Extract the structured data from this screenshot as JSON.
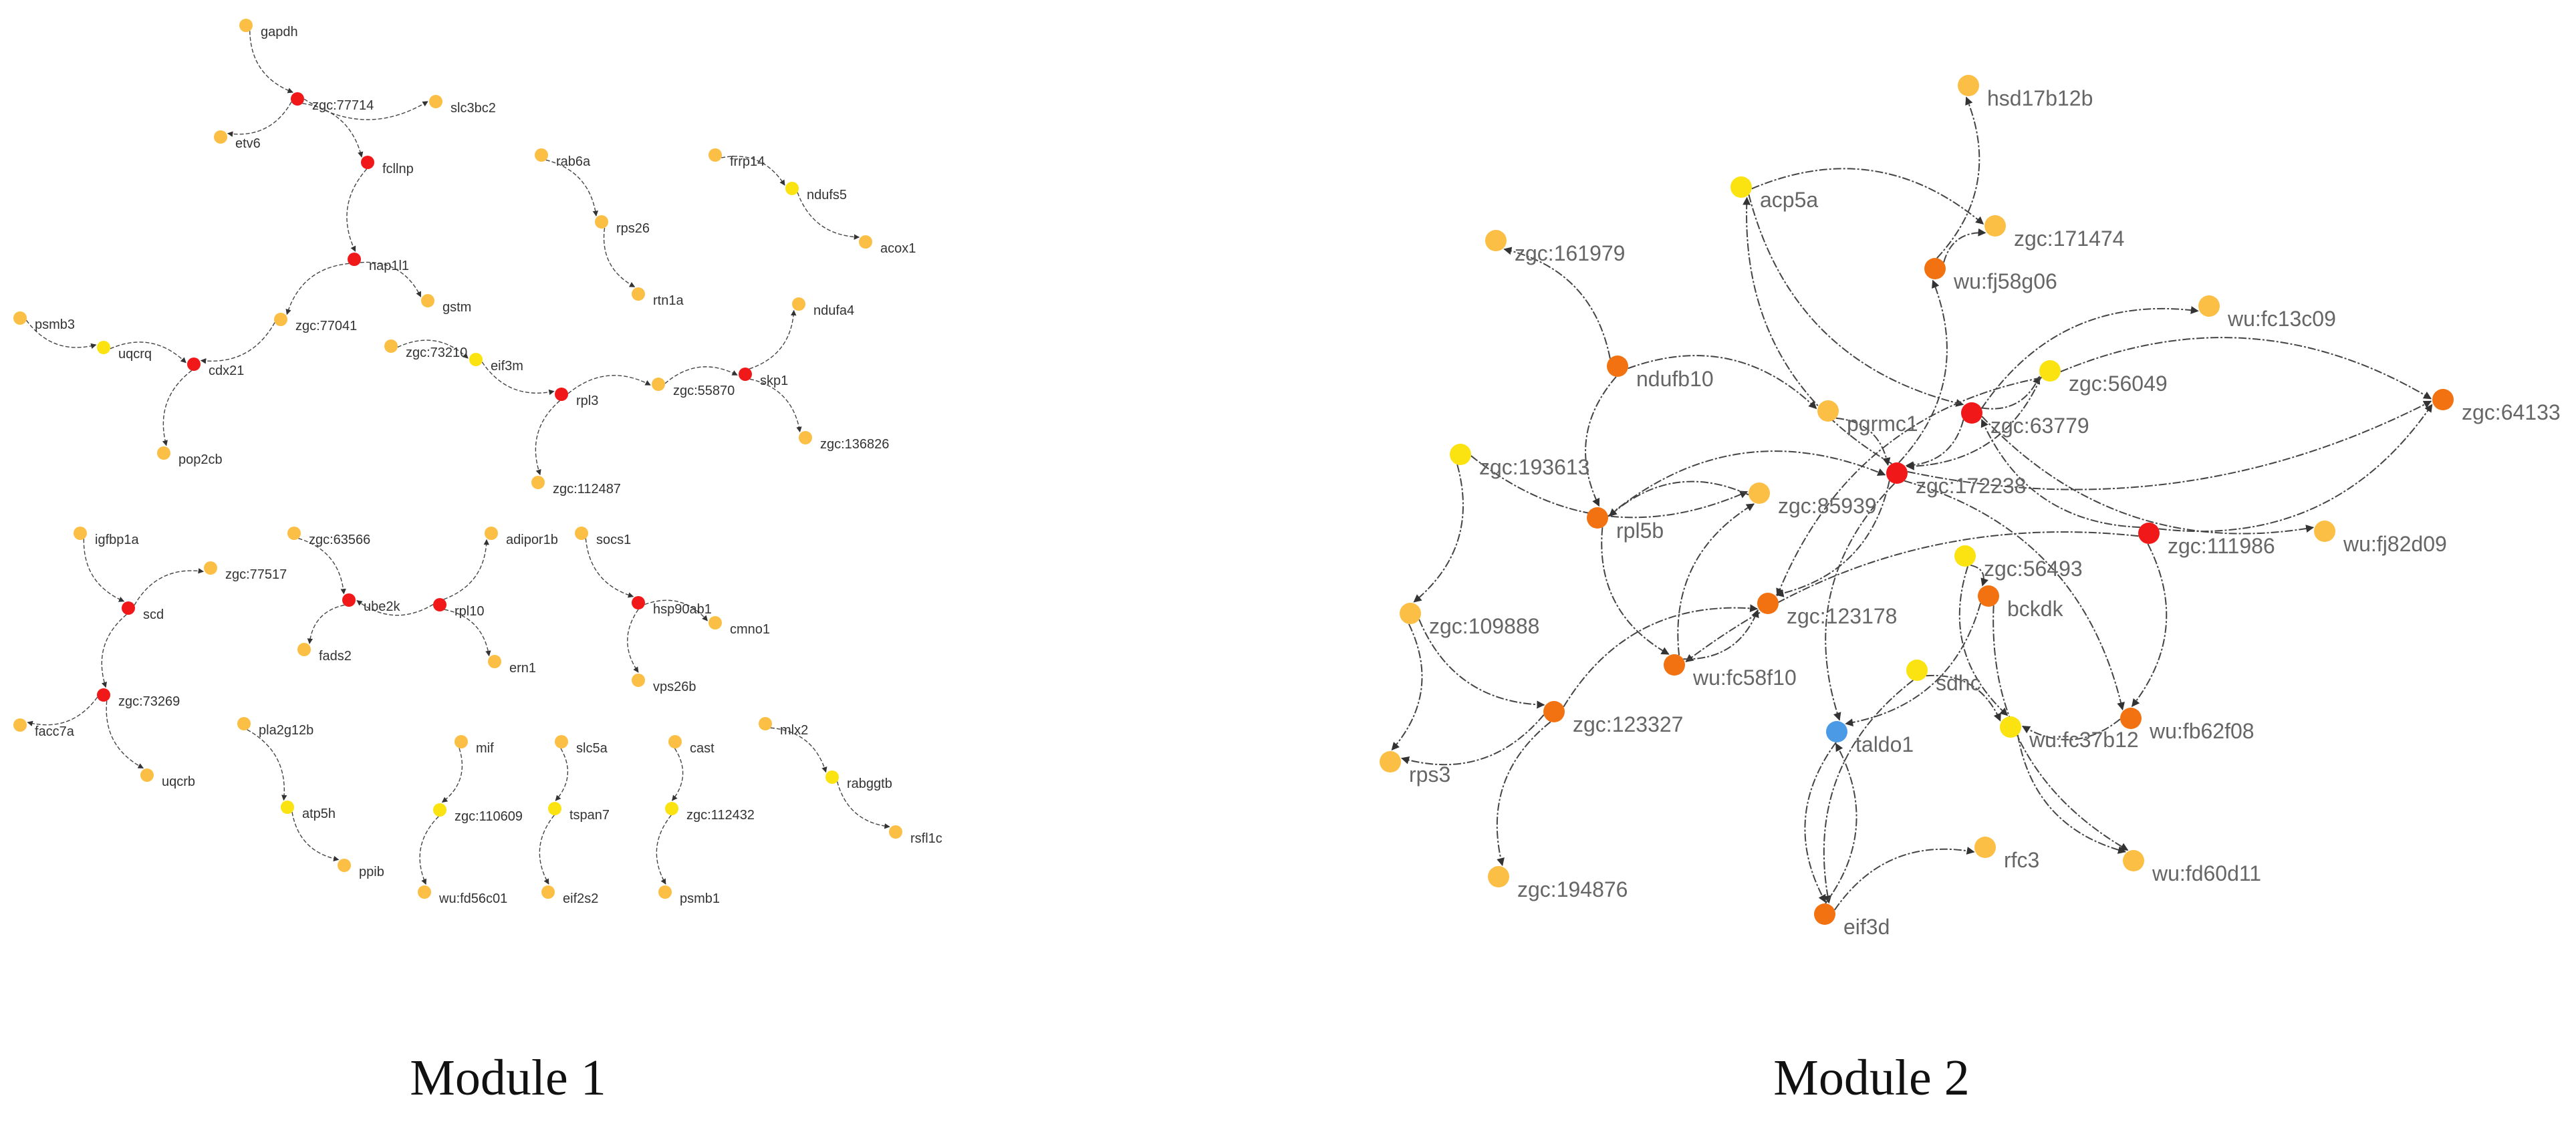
{
  "colors": {
    "red": "#f01818",
    "dark_orange": "#f27212",
    "light_orange": "#fbbf45",
    "yellow": "#fae311",
    "blue": "#4a9ae6",
    "edge": "#444444",
    "label_module1": "#333333",
    "label_module2": "#666666"
  },
  "module1": {
    "caption": "Module 1",
    "nodes": [
      {
        "id": "gapdh",
        "label": "gapdh",
        "color": "light_orange"
      },
      {
        "id": "zgc77714",
        "label": "zgc:77714",
        "color": "red"
      },
      {
        "id": "slc3bc2",
        "label": "slc3bc2",
        "color": "light_orange"
      },
      {
        "id": "etv6",
        "label": "etv6",
        "color": "light_orange"
      },
      {
        "id": "fclmp",
        "label": "fcllnp",
        "color": "red"
      },
      {
        "id": "rab6a",
        "label": "rab6a",
        "color": "light_orange"
      },
      {
        "id": "rps26",
        "label": "rps26",
        "color": "light_orange"
      },
      {
        "id": "rtn1a",
        "label": "rtn1a",
        "color": "light_orange"
      },
      {
        "id": "frrp14",
        "label": "frrp14",
        "color": "light_orange"
      },
      {
        "id": "ndufs5",
        "label": "ndufs5",
        "color": "yellow"
      },
      {
        "id": "acox1",
        "label": "acox1",
        "color": "light_orange"
      },
      {
        "id": "nap1l1",
        "label": "nap1l1",
        "color": "red"
      },
      {
        "id": "gstm",
        "label": "gstm",
        "color": "light_orange"
      },
      {
        "id": "psmb3",
        "label": "psmb3",
        "color": "light_orange"
      },
      {
        "id": "uqcrq",
        "label": "uqcrq",
        "color": "yellow"
      },
      {
        "id": "cdx21",
        "label": "cdx21",
        "color": "red"
      },
      {
        "id": "zgc77041",
        "label": "zgc:77041",
        "color": "light_orange"
      },
      {
        "id": "pop2cb",
        "label": "pop2cb",
        "color": "light_orange"
      },
      {
        "id": "zgc73210",
        "label": "zgc:73210",
        "color": "light_orange"
      },
      {
        "id": "eif3m",
        "label": "eif3m",
        "color": "yellow"
      },
      {
        "id": "rpl3",
        "label": "rpl3",
        "color": "red"
      },
      {
        "id": "zgc55870",
        "label": "zgc:55870",
        "color": "light_orange"
      },
      {
        "id": "skp1",
        "label": "skp1",
        "color": "red"
      },
      {
        "id": "ndufa4",
        "label": "ndufa4",
        "color": "light_orange"
      },
      {
        "id": "zgc136826",
        "label": "zgc:136826",
        "color": "light_orange"
      },
      {
        "id": "zgc112487",
        "label": "zgc:112487",
        "color": "light_orange"
      },
      {
        "id": "igfbp1a",
        "label": "igfbp1a",
        "color": "light_orange"
      },
      {
        "id": "scd",
        "label": "scd",
        "color": "red"
      },
      {
        "id": "zgc77517",
        "label": "zgc:77517",
        "color": "light_orange"
      },
      {
        "id": "zgc63566",
        "label": "zgc:63566",
        "color": "light_orange"
      },
      {
        "id": "ube2k",
        "label": "ube2k",
        "color": "red"
      },
      {
        "id": "fads2",
        "label": "fads2",
        "color": "light_orange"
      },
      {
        "id": "adipor1b",
        "label": "adipor1b",
        "color": "light_orange"
      },
      {
        "id": "rpl10",
        "label": "rpl10",
        "color": "red"
      },
      {
        "id": "ern1",
        "label": "ern1",
        "color": "light_orange"
      },
      {
        "id": "socs1",
        "label": "socs1",
        "color": "light_orange"
      },
      {
        "id": "hsp90ab1",
        "label": "hsp90ab1",
        "color": "red"
      },
      {
        "id": "cmno1",
        "label": "cmno1",
        "color": "light_orange"
      },
      {
        "id": "vps26b",
        "label": "vps26b",
        "color": "light_orange"
      },
      {
        "id": "zgc73269",
        "label": "zgc:73269",
        "color": "red"
      },
      {
        "id": "facc7a",
        "label": "facc7a",
        "color": "light_orange"
      },
      {
        "id": "uqcrb",
        "label": "uqcrb",
        "color": "light_orange"
      },
      {
        "id": "pla2g12b",
        "label": "pla2g12b",
        "color": "light_orange"
      },
      {
        "id": "atp5h",
        "label": "atp5h",
        "color": "yellow"
      },
      {
        "id": "ppib",
        "label": "ppib",
        "color": "light_orange"
      },
      {
        "id": "mif",
        "label": "mif",
        "color": "light_orange"
      },
      {
        "id": "zgc110609",
        "label": "zgc:110609",
        "color": "yellow"
      },
      {
        "id": "wufd56c01",
        "label": "wu:fd56c01",
        "color": "light_orange"
      },
      {
        "id": "slc5a",
        "label": "slc5a",
        "color": "light_orange"
      },
      {
        "id": "tspan7",
        "label": "tspan7",
        "color": "yellow"
      },
      {
        "id": "eif2s2",
        "label": "eif2s2",
        "color": "light_orange"
      },
      {
        "id": "cast",
        "label": "cast",
        "color": "light_orange"
      },
      {
        "id": "zgc112432",
        "label": "zgc:112432",
        "color": "yellow"
      },
      {
        "id": "psmb1",
        "label": "psmb1",
        "color": "light_orange"
      },
      {
        "id": "mlx2",
        "label": "mlx2",
        "color": "light_orange"
      },
      {
        "id": "rabggtb",
        "label": "rabggtb",
        "color": "yellow"
      },
      {
        "id": "rsfl1c",
        "label": "rsfl1c",
        "color": "light_orange"
      }
    ],
    "edges": [
      [
        "gapdh",
        "zgc77714"
      ],
      [
        "zgc77714",
        "etv6"
      ],
      [
        "zgc77714",
        "slc3bc2"
      ],
      [
        "zgc77714",
        "fclmp"
      ],
      [
        "fclmp",
        "nap1l1"
      ],
      [
        "rab6a",
        "rps26"
      ],
      [
        "rps26",
        "rtn1a"
      ],
      [
        "frrp14",
        "ndufs5"
      ],
      [
        "ndufs5",
        "acox1"
      ],
      [
        "nap1l1",
        "gstm"
      ],
      [
        "nap1l1",
        "zgc77041"
      ],
      [
        "zgc77041",
        "cdx21"
      ],
      [
        "psmb3",
        "uqcrq"
      ],
      [
        "uqcrq",
        "cdx21"
      ],
      [
        "cdx21",
        "pop2cb"
      ],
      [
        "zgc73210",
        "eif3m"
      ],
      [
        "eif3m",
        "rpl3"
      ],
      [
        "rpl3",
        "zgc55870"
      ],
      [
        "rpl3",
        "zgc112487"
      ],
      [
        "zgc55870",
        "skp1"
      ],
      [
        "skp1",
        "ndufa4"
      ],
      [
        "skp1",
        "zgc136826"
      ],
      [
        "igfbp1a",
        "scd"
      ],
      [
        "scd",
        "zgc77517"
      ],
      [
        "scd",
        "zgc73269"
      ],
      [
        "zgc73269",
        "facc7a"
      ],
      [
        "zgc73269",
        "uqcrb"
      ],
      [
        "zgc63566",
        "ube2k"
      ],
      [
        "ube2k",
        "fads2"
      ],
      [
        "rpl10",
        "ube2k"
      ],
      [
        "rpl10",
        "adipor1b"
      ],
      [
        "rpl10",
        "ern1"
      ],
      [
        "socs1",
        "hsp90ab1"
      ],
      [
        "hsp90ab1",
        "cmno1"
      ],
      [
        "hsp90ab1",
        "vps26b"
      ],
      [
        "pla2g12b",
        "atp5h"
      ],
      [
        "atp5h",
        "ppib"
      ],
      [
        "mif",
        "zgc110609"
      ],
      [
        "zgc110609",
        "wufd56c01"
      ],
      [
        "slc5a",
        "tspan7"
      ],
      [
        "tspan7",
        "eif2s2"
      ],
      [
        "cast",
        "zgc112432"
      ],
      [
        "zgc112432",
        "psmb1"
      ],
      [
        "mlx2",
        "rabggtb"
      ],
      [
        "rabggtb",
        "rsfl1c"
      ]
    ]
  },
  "module2": {
    "caption": "Module 2",
    "nodes": [
      {
        "id": "hsd17b12b",
        "label": "hsd17b12b",
        "color": "light_orange"
      },
      {
        "id": "acp5a",
        "label": "acp5a",
        "color": "yellow"
      },
      {
        "id": "zgc171474",
        "label": "zgc:171474",
        "color": "light_orange"
      },
      {
        "id": "wufj58g06",
        "label": "wu:fj58g06",
        "color": "dark_orange"
      },
      {
        "id": "zgc161979",
        "label": "zgc:161979",
        "color": "light_orange"
      },
      {
        "id": "wufc13c09",
        "label": "wu:fc13c09",
        "color": "light_orange"
      },
      {
        "id": "ndufb10",
        "label": "ndufb10",
        "color": "dark_orange"
      },
      {
        "id": "zgc56049",
        "label": "zgc:56049",
        "color": "yellow"
      },
      {
        "id": "zgc64133",
        "label": "zgc:64133",
        "color": "dark_orange"
      },
      {
        "id": "pgrmc1",
        "label": "pgrmc1",
        "color": "light_orange"
      },
      {
        "id": "zgc63779",
        "label": "zgc:63779",
        "color": "red"
      },
      {
        "id": "zgc193613",
        "label": "zgc:193613",
        "color": "yellow"
      },
      {
        "id": "zgc172238",
        "label": "zgc:172238",
        "color": "red"
      },
      {
        "id": "zgc85939",
        "label": "zgc:85939",
        "color": "light_orange"
      },
      {
        "id": "rpl5b",
        "label": "rpl5b",
        "color": "dark_orange"
      },
      {
        "id": "zgc111986",
        "label": "zgc:111986",
        "color": "red"
      },
      {
        "id": "wufj82d09",
        "label": "wu:fj82d09",
        "color": "light_orange"
      },
      {
        "id": "zgc56493",
        "label": "zgc:56493",
        "color": "yellow"
      },
      {
        "id": "bckdk",
        "label": "bckdk",
        "color": "dark_orange"
      },
      {
        "id": "zgc123178",
        "label": "zgc:123178",
        "color": "dark_orange"
      },
      {
        "id": "zgc109888",
        "label": "zgc:109888",
        "color": "light_orange"
      },
      {
        "id": "wufc58f10",
        "label": "wu:fc58f10",
        "color": "dark_orange"
      },
      {
        "id": "sdhc",
        "label": "sdhc",
        "color": "yellow"
      },
      {
        "id": "zgc123327",
        "label": "zgc:123327",
        "color": "dark_orange"
      },
      {
        "id": "wufb62f08",
        "label": "wu:fb62f08",
        "color": "dark_orange"
      },
      {
        "id": "taldo1",
        "label": "taldo1",
        "color": "blue"
      },
      {
        "id": "wufc37b12",
        "label": "wu:fc37b12",
        "color": "yellow"
      },
      {
        "id": "rps3",
        "label": "rps3",
        "color": "light_orange"
      },
      {
        "id": "rfc3",
        "label": "rfc3",
        "color": "light_orange"
      },
      {
        "id": "wufd60d11",
        "label": "wu:fd60d11",
        "color": "light_orange"
      },
      {
        "id": "zgc194876",
        "label": "zgc:194876",
        "color": "light_orange"
      },
      {
        "id": "eif3d",
        "label": "eif3d",
        "color": "dark_orange"
      }
    ],
    "edges": [
      [
        "wufj58g06",
        "hsd17b12b"
      ],
      [
        "acp5a",
        "zgc171474"
      ],
      [
        "acp5a",
        "zgc63779"
      ],
      [
        "wufj58g06",
        "zgc171474"
      ],
      [
        "ndufb10",
        "zgc161979"
      ],
      [
        "ndufb10",
        "pgrmc1"
      ],
      [
        "ndufb10",
        "rpl5b"
      ],
      [
        "zgc193613",
        "zgc109888"
      ],
      [
        "zgc193613",
        "zgc85939"
      ],
      [
        "zgc172238",
        "acp5a"
      ],
      [
        "zgc172238",
        "wufj58g06"
      ],
      [
        "zgc172238",
        "zgc123178"
      ],
      [
        "zgc172238",
        "taldo1"
      ],
      [
        "zgc172238",
        "wufb62f08"
      ],
      [
        "zgc172238",
        "zgc64133"
      ],
      [
        "zgc63779",
        "wufc13c09"
      ],
      [
        "zgc63779",
        "zgc56049"
      ],
      [
        "zgc63779",
        "zgc172238"
      ],
      [
        "zgc63779",
        "wufj82d09"
      ],
      [
        "zgc111986",
        "zgc63779"
      ],
      [
        "zgc111986",
        "zgc64133"
      ],
      [
        "zgc111986",
        "wufb62f08"
      ],
      [
        "zgc111986",
        "wufc58f10"
      ],
      [
        "zgc56049",
        "zgc64133"
      ],
      [
        "zgc56049",
        "zgc123178"
      ],
      [
        "zgc56493",
        "bckdk"
      ],
      [
        "zgc56493",
        "wufc37b12"
      ],
      [
        "bckdk",
        "taldo1"
      ],
      [
        "bckdk",
        "wufd60d11"
      ],
      [
        "sdhc",
        "wufc37b12"
      ],
      [
        "sdhc",
        "eif3d"
      ],
      [
        "zgc123327",
        "rps3"
      ],
      [
        "zgc123327",
        "zgc194876"
      ],
      [
        "zgc123327",
        "zgc123178"
      ],
      [
        "zgc109888",
        "zgc123327"
      ],
      [
        "zgc109888",
        "rps3"
      ],
      [
        "wufc58f10",
        "zgc123178"
      ],
      [
        "wufc58f10",
        "zgc85939"
      ],
      [
        "rpl5b",
        "wufc58f10"
      ],
      [
        "rpl5b",
        "zgc172238"
      ],
      [
        "taldo1",
        "eif3d"
      ],
      [
        "eif3d",
        "rfc3"
      ],
      [
        "eif3d",
        "taldo1"
      ],
      [
        "wufb62f08",
        "wufc37b12"
      ],
      [
        "zgc85939",
        "rpl5b"
      ],
      [
        "pgrmc1",
        "zgc172238"
      ],
      [
        "wufc37b12",
        "wufd60d11"
      ],
      [
        "zgc56049",
        "zgc172238"
      ]
    ]
  }
}
